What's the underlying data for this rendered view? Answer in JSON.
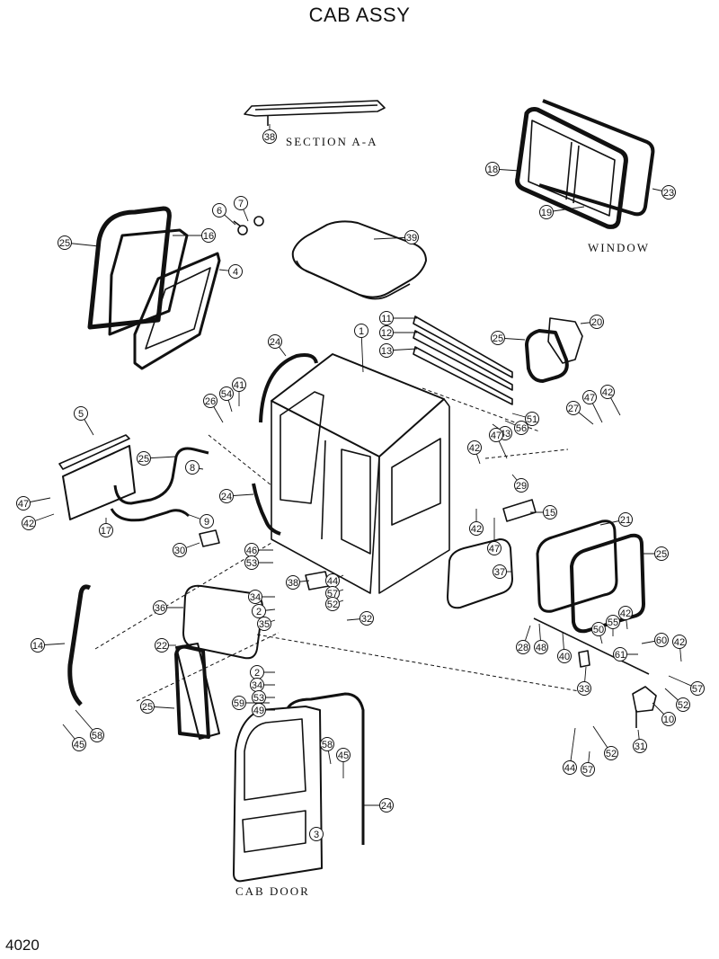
{
  "header": {
    "title": "CAB ASSY"
  },
  "footer": {
    "page_number": "4020"
  },
  "captions": {
    "section": "SECTION A-A",
    "window": "WINDOW",
    "door": "CAB DOOR"
  },
  "callouts": [
    "38",
    "18",
    "23",
    "19",
    "7",
    "6",
    "25",
    "16",
    "4",
    "39",
    "11",
    "12",
    "13",
    "25",
    "20",
    "1",
    "24",
    "41",
    "26",
    "54",
    "27",
    "47",
    "42",
    "51",
    "43",
    "56",
    "5",
    "25",
    "8",
    "42",
    "47",
    "29",
    "47",
    "42",
    "17",
    "24",
    "9",
    "42",
    "47",
    "15",
    "30",
    "46",
    "53",
    "21",
    "25",
    "37",
    "38",
    "44",
    "57",
    "52",
    "36",
    "34",
    "2",
    "35",
    "32",
    "14",
    "22",
    "28",
    "48",
    "40",
    "50",
    "55",
    "42",
    "60",
    "61",
    "42",
    "2",
    "34",
    "53",
    "59",
    "49",
    "33",
    "57",
    "25",
    "52",
    "10",
    "58",
    "45",
    "58",
    "45",
    "31",
    "52",
    "44",
    "57",
    "24",
    "3"
  ]
}
